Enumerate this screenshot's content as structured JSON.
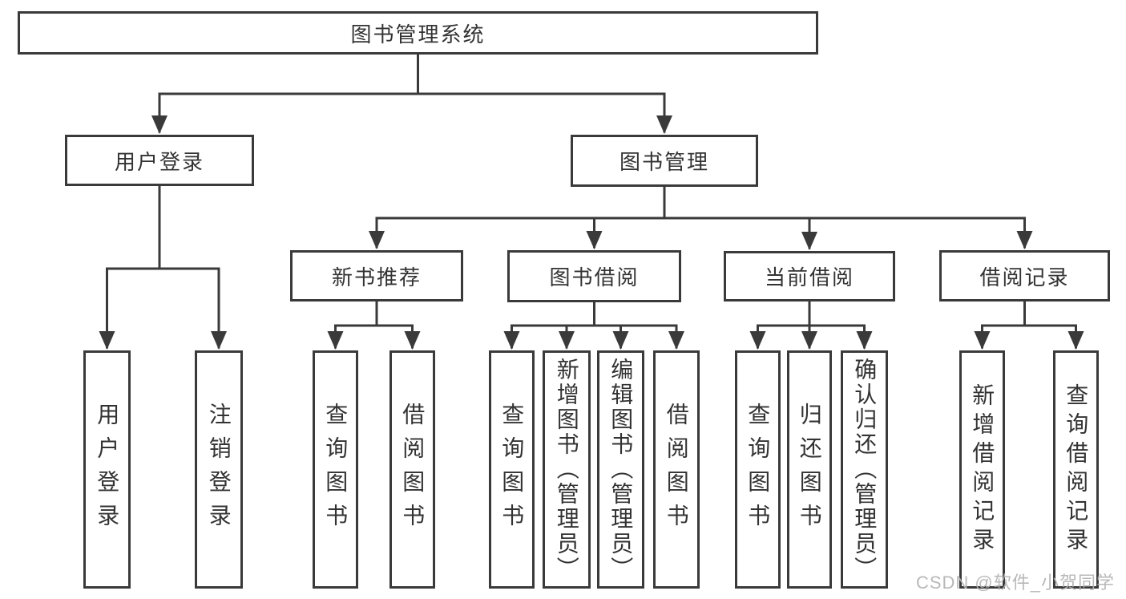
{
  "diagram_title": "图书管理系统",
  "tree": {
    "id": "library-management-system",
    "label": "图书管理系统",
    "children": [
      {
        "id": "user-login",
        "label": "用户登录",
        "children": [
          {
            "id": "user-login-leaf",
            "label": "用户登录"
          },
          {
            "id": "logout-leaf",
            "label": "注销登录"
          }
        ]
      },
      {
        "id": "book-management",
        "label": "图书管理",
        "children": [
          {
            "id": "new-book-recommend",
            "label": "新书推荐",
            "children": [
              {
                "id": "nbr-query-books",
                "label": "查询图书"
              },
              {
                "id": "nbr-borrow-books",
                "label": "借阅图书"
              }
            ]
          },
          {
            "id": "book-borrowing",
            "label": "图书借阅",
            "children": [
              {
                "id": "bb-query-books",
                "label": "查询图书"
              },
              {
                "id": "bb-add-books-admin",
                "label": "新增图书（管理员）"
              },
              {
                "id": "bb-edit-books-admin",
                "label": "编辑图书（管理员）"
              },
              {
                "id": "bb-borrow-books",
                "label": "借阅图书"
              }
            ]
          },
          {
            "id": "current-borrowing",
            "label": "当前借阅",
            "children": [
              {
                "id": "cb-query-books",
                "label": "查询图书"
              },
              {
                "id": "cb-return-books",
                "label": "归还图书"
              },
              {
                "id": "cb-confirm-return-admin",
                "label": "确认归还（管理员）"
              }
            ]
          },
          {
            "id": "borrowing-records",
            "label": "借阅记录",
            "children": [
              {
                "id": "br-add-record",
                "label": "新增借阅记录"
              },
              {
                "id": "br-query-record",
                "label": "查询借阅记录"
              }
            ]
          }
        ]
      }
    ]
  },
  "watermark": {
    "text": "CSDN @软件_小贺同学"
  },
  "colors": {
    "line": "#3a3a3a",
    "box_border": "#3a3a3a",
    "text": "#333333",
    "background": "#ffffff",
    "watermark": "#b3b3b3"
  }
}
